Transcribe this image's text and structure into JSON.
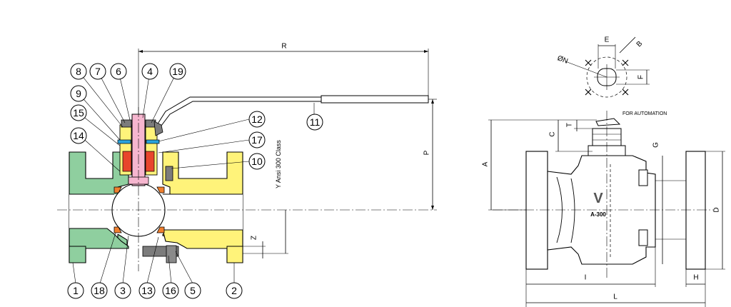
{
  "left_view": {
    "part_labels": [
      "8",
      "7",
      "6",
      "4",
      "19",
      "9",
      "15",
      "14",
      "12",
      "17",
      "10",
      "11",
      "1",
      "18",
      "3",
      "13",
      "16",
      "5",
      "2"
    ],
    "dimensions": {
      "R": "R",
      "P": "P",
      "Z": "Z"
    },
    "vertical_note": "Y Ansi 300 Class"
  },
  "right_view": {
    "dimensions": {
      "A": "A",
      "C": "C",
      "T": "T",
      "G": "G",
      "D": "D",
      "I": "I",
      "H": "H",
      "L": "L",
      "E": "E",
      "F": "F",
      "B": "B",
      "N": "ØN"
    },
    "automation_note": "FOR AUTOMATION",
    "body_letter": "V",
    "body_class": "A-300"
  },
  "colors": {
    "green": "#8fcf9f",
    "yellow": "#fff37a",
    "pink": "#f6b6cf",
    "orange": "#f07f2e",
    "blue": "#2aa3dc",
    "red": "#e8452c",
    "gray": "#7c7c7c",
    "lightgray": "#c8c8c8"
  }
}
